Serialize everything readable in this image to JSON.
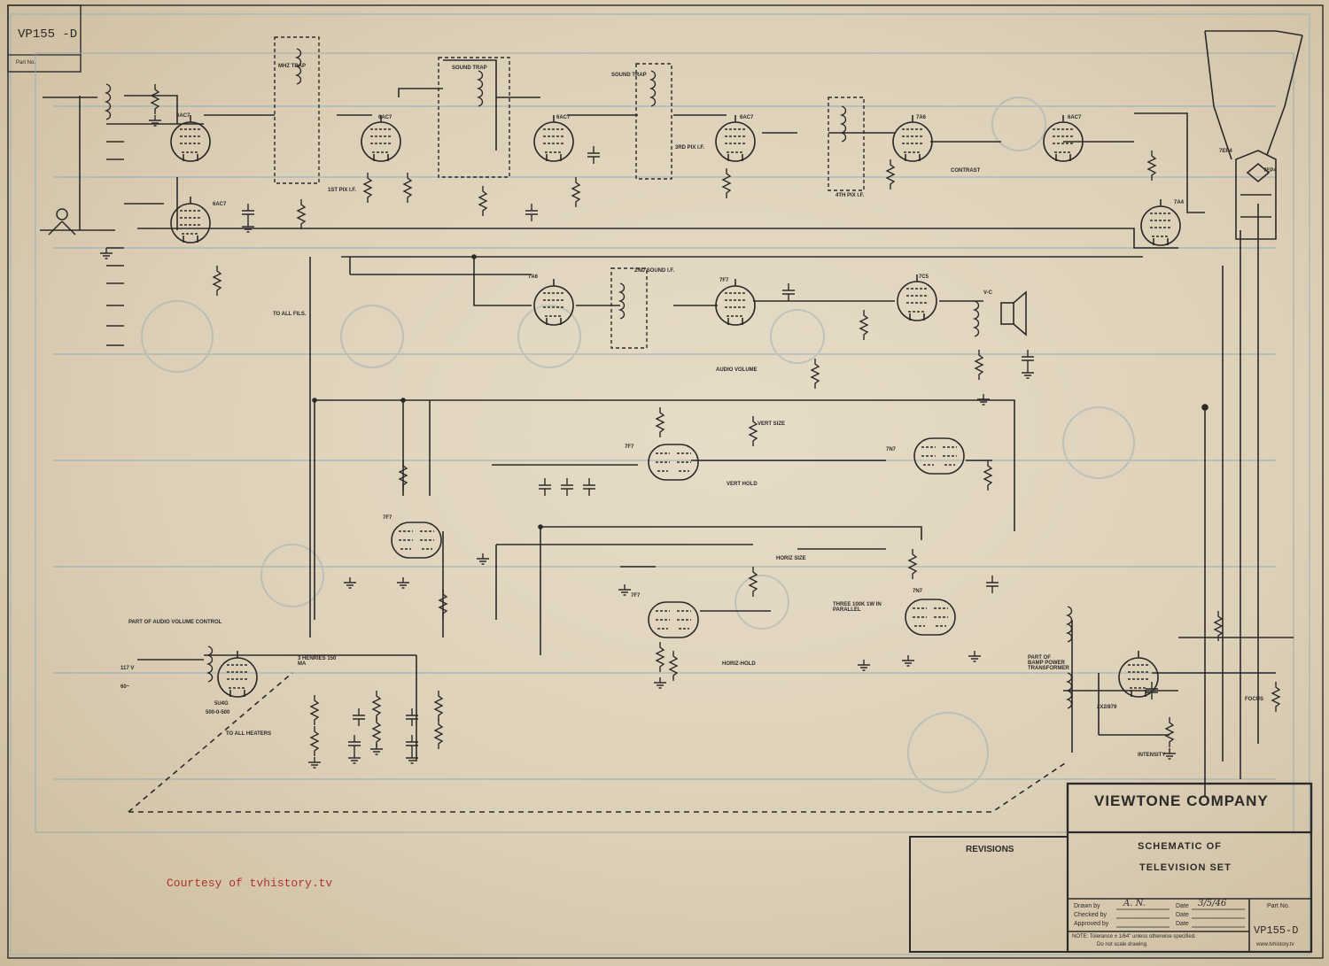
{
  "corner": {
    "number": "VP155 -D",
    "part_no_label": "Part No."
  },
  "title_block": {
    "company": "VIEWTONE COMPANY",
    "revisions": "REVISIONS",
    "title_line1": "SCHEMATIC OF",
    "title_line2": "TELEVISION SET",
    "drawn_by_label": "Drawn by",
    "drawn_by_value": "A. N.",
    "checked_by_label": "Checked by",
    "approved_by_label": "Approved by",
    "date_label": "Date",
    "date_value": "3/5/46",
    "part_no_label": "Part No.",
    "part_no_value": "VP155-D",
    "note_line1": "NOTE: Tolerance ± 1/64\" unless otherwise specified.",
    "note_line2": "Do not scale drawing.",
    "watermark_small": "www.tvhistory.tv"
  },
  "courtesy": "Courtesy of tvhistory.tv",
  "tubes": [
    "6AC7",
    "6AC7",
    "6AC7",
    "6AC7",
    "7A6",
    "6AC7",
    "7A4",
    "7A6",
    "7F7",
    "7C5",
    "7F7",
    "7N7",
    "7F7",
    "7F7",
    "7N7",
    "5U4G",
    "2X2/879",
    "7EP4"
  ],
  "labels": {
    "first_pix_if": "1ST PIX I.F.",
    "third_pix_if": "3RD PIX I.F.",
    "fourth_pix_if": "4TH PIX I.F.",
    "second_sound_if": "2ND SOUND I.F.",
    "to_all_fils": "TO ALL FILS.",
    "contrast": "CONTRAST",
    "audio_volume": "AUDIO VOLUME",
    "vert_size": "VERT SIZE",
    "vert_hold": "VERT HOLD",
    "horiz_size": "HORIZ SIZE",
    "horiz_hold": "HORIZ-HOLD",
    "focus": "FOCUS",
    "intensity": "INTENSITY",
    "vc": "V-C",
    "part_of_audio_volume_control": "PART OF AUDIO VOLUME CONTROL",
    "to_all_heaters": "TO ALL HEATERS",
    "part_of_bamp_power_transformer": "PART OF BAMP POWER TRANSFORMER",
    "three_resistors": "THREE 100K 1W IN PARALLEL",
    "line_voltage": "117 V",
    "line_freq": "60~",
    "choke": "3 HENRIES 150 MA",
    "transformer_note": "500-0-500",
    "trap1": "MHZ TRAP",
    "trap2": "SOUND TRAP",
    "trap3": "SOUND TRAP",
    "crt_note": "7EP4"
  }
}
